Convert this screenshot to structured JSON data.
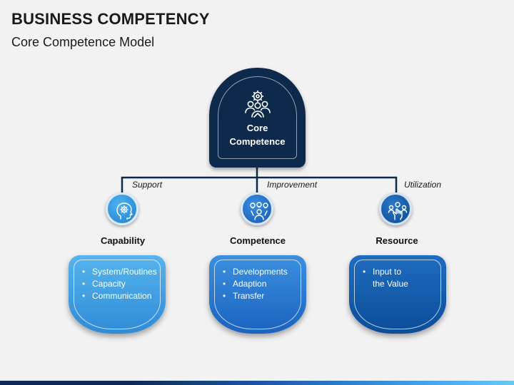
{
  "title": "BUSINESS COMPETENCY",
  "subtitle": "Core Competence Model",
  "core": {
    "line1": "Core",
    "line2": "Competence",
    "icon": "team-gear-icon"
  },
  "relations": [
    "Support",
    "Improvement",
    "Utilization"
  ],
  "pillars": [
    {
      "label": "Capability",
      "icon": "head-gear-icon",
      "items": [
        "System/Routines",
        "Capacity",
        "Communication"
      ],
      "color": "#3b97d8"
    },
    {
      "label": "Competence",
      "icon": "idea-person-icon",
      "items": [
        "Developments",
        "Adaption",
        "Transfer"
      ],
      "color": "#1f6fc5"
    },
    {
      "label": "Resource",
      "icon": "hand-people-icon",
      "items": [
        "Input to",
        "the Value"
      ],
      "color": "#0c57a3"
    }
  ],
  "colors": {
    "core": "#0d2a4c",
    "connector": "#0d2a4c",
    "background": "#f2f2f2"
  }
}
